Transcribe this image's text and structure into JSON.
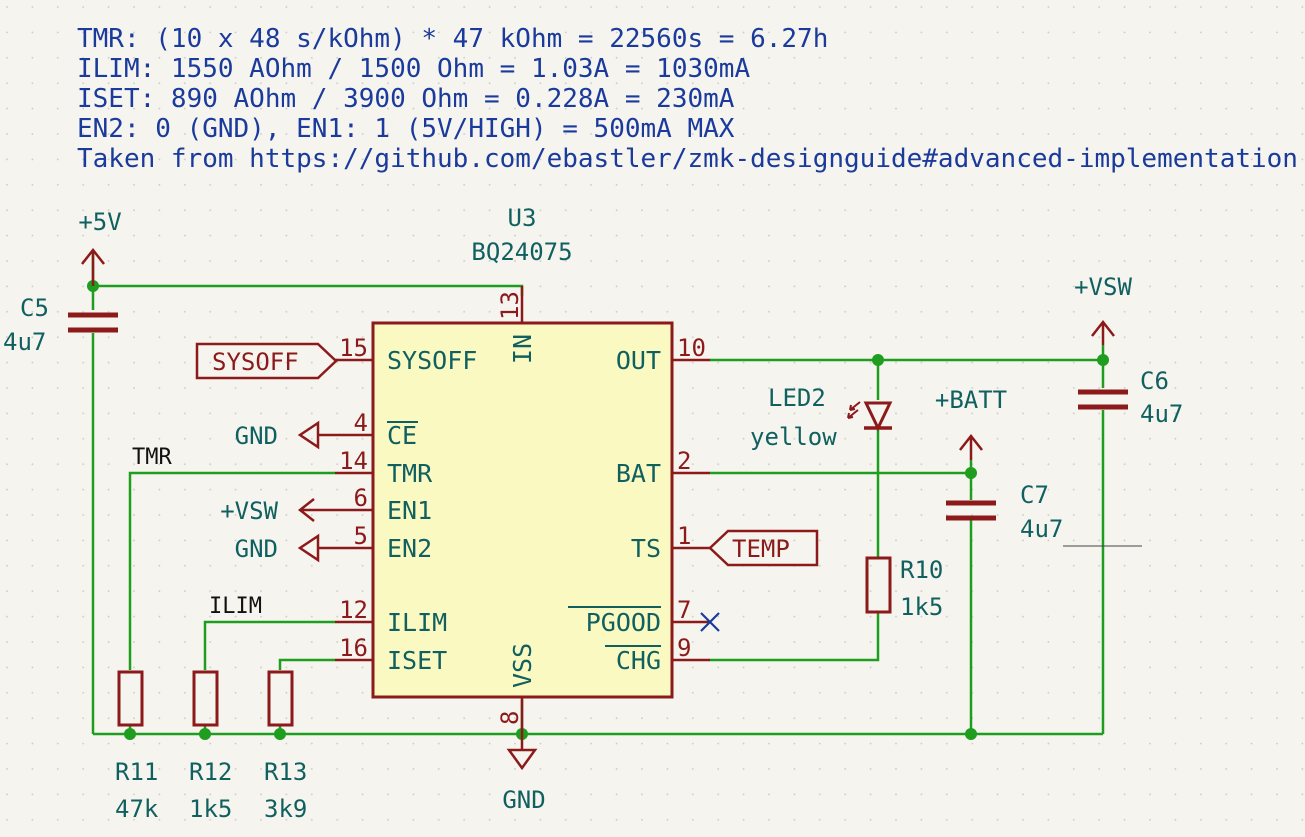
{
  "notes": [
    "TMR: (10 x 48 s/kOhm) * 47 kOhm = 22560s = 6.27h",
    "ILIM: 1550 AOhm / 1500 Ohm = 1.03A = 1030mA",
    "ISET: 890 AOhm / 3900 Ohm = 0.228A = 230mA",
    "EN2: 0 (GND), EN1: 1 (5V/HIGH) = 500mA MAX",
    "Taken from https://github.com/ebastler/zmk-designguide#advanced-implementation"
  ],
  "ic": {
    "ref": "U3",
    "value": "BQ24075",
    "pins": {
      "in": {
        "num": "13",
        "name": "IN"
      },
      "sysoff": {
        "num": "15",
        "name": "SYSOFF"
      },
      "ce": {
        "num": "4",
        "name": "CE"
      },
      "tmr": {
        "num": "14",
        "name": "TMR"
      },
      "en1": {
        "num": "6",
        "name": "EN1"
      },
      "en2": {
        "num": "5",
        "name": "EN2"
      },
      "ilim": {
        "num": "12",
        "name": "ILIM"
      },
      "iset": {
        "num": "16",
        "name": "ISET"
      },
      "vss": {
        "num": "8",
        "name": "VSS"
      },
      "out": {
        "num": "10",
        "name": "OUT"
      },
      "bat": {
        "num": "2",
        "name": "BAT"
      },
      "ts": {
        "num": "1",
        "name": "TS"
      },
      "pgood": {
        "num": "7",
        "name": "PGOOD"
      },
      "chg": {
        "num": "9",
        "name": "CHG"
      }
    }
  },
  "power": {
    "p5v": "+5V",
    "vsw_top": "+VSW",
    "vsw_en1": "+VSW",
    "batt": "+BATT",
    "gnd_ce": "GND",
    "gnd_en2": "GND",
    "gnd_bottom": "GND"
  },
  "labels": {
    "sysoff": "SYSOFF",
    "temp": "TEMP",
    "tmr_net": "TMR",
    "ilim_net": "ILIM"
  },
  "components": {
    "c5": {
      "ref": "C5",
      "value": "4u7"
    },
    "c6": {
      "ref": "C6",
      "value": "4u7"
    },
    "c7": {
      "ref": "C7",
      "value": "4u7"
    },
    "led2": {
      "ref": "LED2",
      "value": "yellow"
    },
    "r10": {
      "ref": "R10",
      "value": "1k5"
    },
    "r11": {
      "ref": "R11",
      "value": "47k"
    },
    "r12": {
      "ref": "R12",
      "value": "1k5"
    },
    "r13": {
      "ref": "R13",
      "value": "3k9"
    }
  },
  "colors": {
    "background": "#f5f4ef",
    "wire": "#1f9d1f",
    "symbol": "#8c1a1a",
    "symbol_fill": "#fbf9c2",
    "text": "#116060",
    "note": "#1a3a9c"
  }
}
